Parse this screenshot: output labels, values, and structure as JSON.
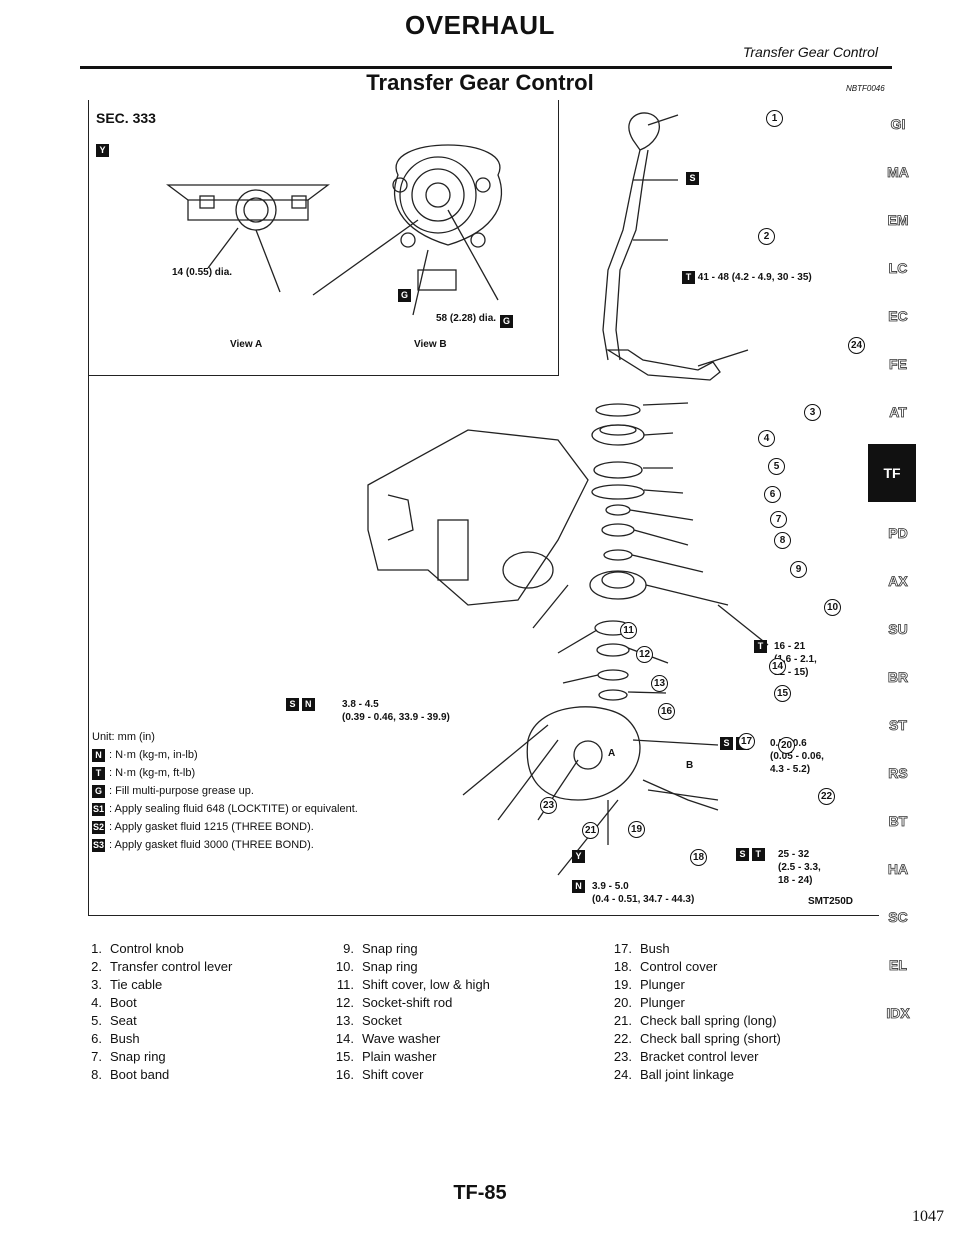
{
  "header": {
    "title": "OVERHAUL",
    "section": "Transfer Gear Control"
  },
  "section_title": "Transfer Gear Control",
  "ref_code": "NBTF0046",
  "figure": {
    "sec_label": "SEC. 333",
    "view_a_label": "View A",
    "view_b_label": "View B",
    "dia_a": "14 (0.55) dia.",
    "dia_b": "58 (2.28) dia.",
    "figure_code": "SMT250D",
    "mark_y": "Y",
    "mark_a": "A",
    "mark_b": "B",
    "specs": {
      "s1": "41 - 48 (4.2 - 4.9, 30 - 35)",
      "s2": "16 - 21\n(1.6 - 2.1,\n12 - 15)",
      "s3": "3.8 - 4.5\n(0.39 - 0.46, 33.9 - 39.9)",
      "s4": "0.5 - 0.6\n(0.05 - 0.06,\n4.3 - 5.2)",
      "s5": "25 - 32\n(2.5 - 3.3,\n18 - 24)",
      "s6": "3.9 - 5.0\n(0.4 - 0.51, 34.7 - 44.3)"
    },
    "callouts": [
      "1",
      "2",
      "3",
      "4",
      "5",
      "6",
      "7",
      "8",
      "9",
      "10",
      "11",
      "12",
      "13",
      "14",
      "15",
      "16",
      "17",
      "18",
      "19",
      "20",
      "21",
      "22",
      "23",
      "24"
    ]
  },
  "legend": {
    "unit": "Unit: mm (in)",
    "items": [
      {
        "sym": "N",
        "text": ": N·m (kg-m, in-lb)"
      },
      {
        "sym": "T",
        "text": ": N·m (kg-m, ft-lb)"
      },
      {
        "sym": "G",
        "text": ": Fill multi-purpose grease up."
      },
      {
        "sym": "S1",
        "text": ": Apply sealing fluid 648 (LOCKTITE) or equivalent."
      },
      {
        "sym": "S2",
        "text": ": Apply gasket fluid 1215 (THREE BOND)."
      },
      {
        "sym": "S3",
        "text": ": Apply gasket fluid 3000 (THREE BOND)."
      }
    ]
  },
  "parts": [
    [
      "1.",
      "Control knob"
    ],
    [
      "2.",
      "Transfer control lever"
    ],
    [
      "3.",
      "Tie cable"
    ],
    [
      "4.",
      "Boot"
    ],
    [
      "5.",
      "Seat"
    ],
    [
      "6.",
      "Bush"
    ],
    [
      "7.",
      "Snap ring"
    ],
    [
      "8.",
      "Boot band"
    ],
    [
      "9.",
      "Snap ring"
    ],
    [
      "10.",
      "Snap ring"
    ],
    [
      "11.",
      "Shift cover, low & high"
    ],
    [
      "12.",
      "Socket-shift rod"
    ],
    [
      "13.",
      "Socket"
    ],
    [
      "14.",
      "Wave washer"
    ],
    [
      "15.",
      "Plain washer"
    ],
    [
      "16.",
      "Shift cover"
    ],
    [
      "17.",
      "Bush"
    ],
    [
      "18.",
      "Control cover"
    ],
    [
      "19.",
      "Plunger"
    ],
    [
      "20.",
      "Plunger"
    ],
    [
      "21.",
      "Check ball spring (long)"
    ],
    [
      "22.",
      "Check ball spring (short)"
    ],
    [
      "23.",
      "Bracket control lever"
    ],
    [
      "24.",
      "Ball joint linkage"
    ]
  ],
  "side_tabs": [
    "GI",
    "MA",
    "EM",
    "LC",
    "EC",
    "FE",
    "AT",
    "TF",
    "PD",
    "AX",
    "SU",
    "BR",
    "ST",
    "RS",
    "BT",
    "HA",
    "SC",
    "EL",
    "IDX"
  ],
  "active_tab": "TF",
  "footer": {
    "page_label": "TF-85",
    "page_number": "1047"
  }
}
